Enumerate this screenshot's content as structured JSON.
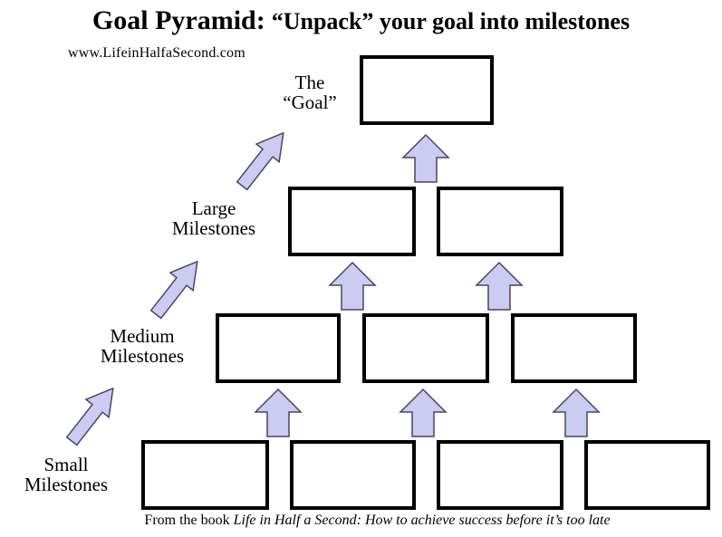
{
  "header": {
    "title_part1": "Goal Pyramid:",
    "title_part2": "“Unpack” your goal into milestones",
    "website": "www.LifeinHalfaSecond.com"
  },
  "pyramid": {
    "levels": [
      {
        "label": "The “Goal”",
        "box_count": 1
      },
      {
        "label": "Large Milestones",
        "box_count": 2
      },
      {
        "label": "Medium Milestones",
        "box_count": 3
      },
      {
        "label": "Small Milestones",
        "box_count": 4
      }
    ]
  },
  "footer": {
    "prefix": "From the book ",
    "book_title_italic": "Life in Half a Second: How to achieve success before it’s too late"
  },
  "colors": {
    "arrow_fill": "#ccccf2",
    "arrow_stroke": "#47475e",
    "box_border": "#000000",
    "text": "#000000",
    "background": "#ffffff"
  }
}
